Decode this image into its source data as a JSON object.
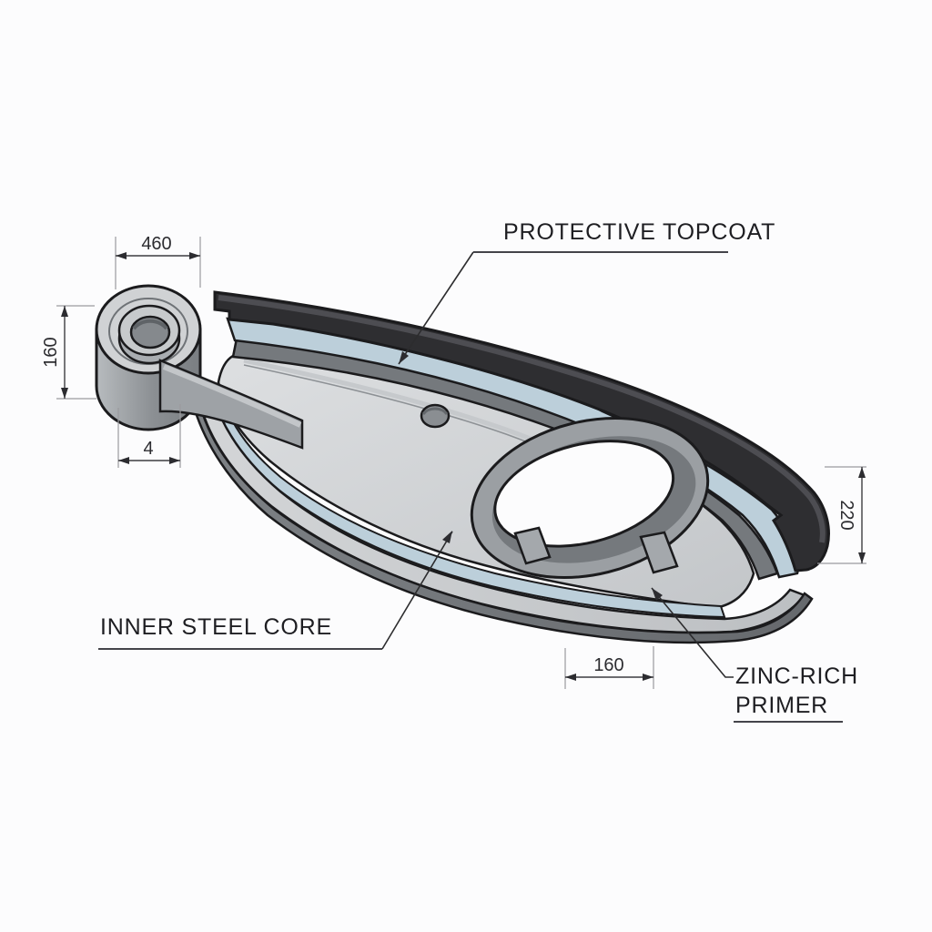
{
  "drawing": {
    "labels": {
      "topcoat": "PROTECTIVE TOPCOAT",
      "core": "INNER STEEL CORE",
      "primer_line1": "ZINC-RICH",
      "primer_line2": "PRIMER"
    },
    "dimensions": {
      "top_width": "460",
      "left_height": "160",
      "hub_thickness": "4",
      "right_height": "220",
      "bottom_width": "160"
    },
    "colors": {
      "background": "#fcfcfd",
      "topcoat": "#2e2e31",
      "topcoat_highlight": "#4d4d52",
      "primer": "#bccfda",
      "core_face": "#d6d8da",
      "wall_gray": "#75797d",
      "rim_light": "#c9ccce",
      "hub_top": "#d0d2d4",
      "bore": "#85898d",
      "outline": "#1b1b1d"
    }
  }
}
